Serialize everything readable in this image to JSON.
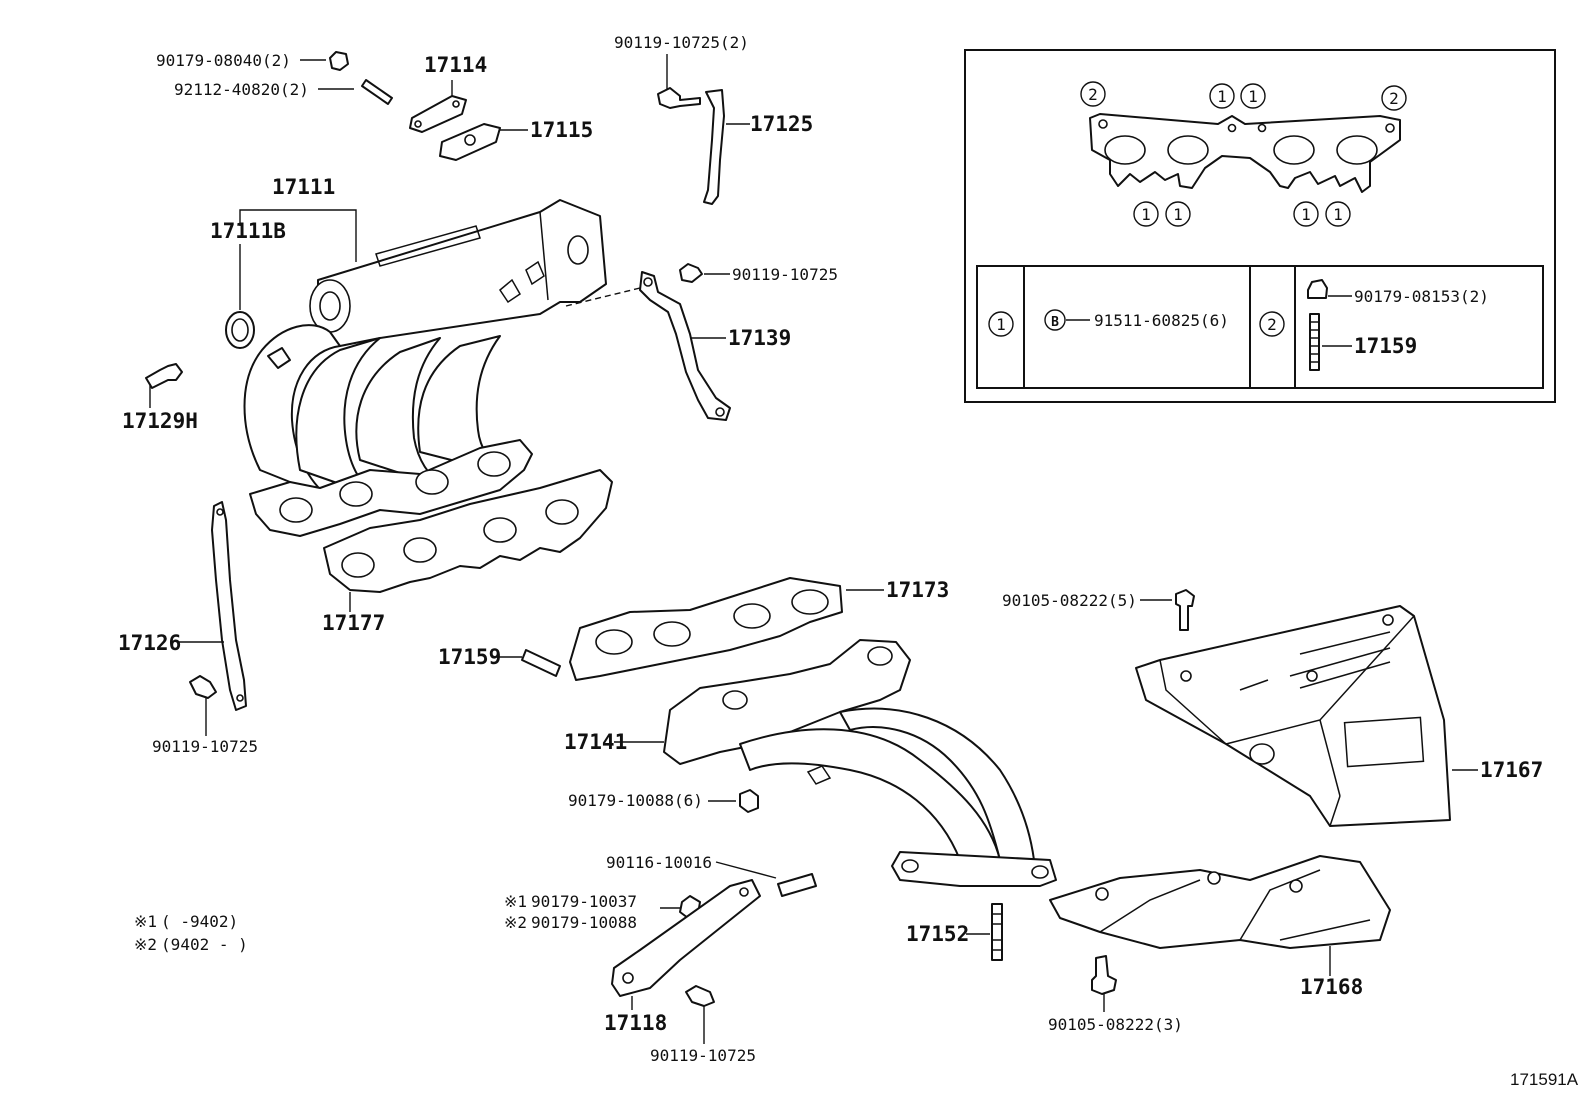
{
  "labels": {
    "p90179_08040": "90179-08040(2)",
    "p92112_40820": "92112-40820(2)",
    "p17114": "17114",
    "p17115": "17115",
    "p90119_10725_2": "90119-10725(2)",
    "p17125": "17125",
    "p17111": "17111",
    "p17111b": "17111B",
    "p90119_10725_a": "90119-10725",
    "p17139": "17139",
    "p17129h": "17129H",
    "p17126": "17126",
    "p17177": "17177",
    "p90119_10725_b": "90119-10725",
    "p17173": "17173",
    "p17159": "17159",
    "p17141": "17141",
    "p90179_10088_6": "90179-10088(6)",
    "p90116_10016": "90116-10016",
    "p90179_10037": "90179-10037",
    "p90179_10088": "90179-10088",
    "p17118": "17118",
    "p90119_10725_c": "90119-10725",
    "p17152": "17152",
    "p90105_08222_5": "90105-08222(5)",
    "p17167": "17167",
    "p90105_08222_3": "90105-08222(3)",
    "p17168": "17168"
  },
  "inset": {
    "gasket_callouts": [
      "2",
      "1",
      "1",
      "2",
      "1",
      "1",
      "1",
      "1"
    ],
    "table": {
      "set1_marker": "1",
      "set1_bolt_symbol": "B",
      "set1_part": "91511-60825(6)",
      "set2_marker": "2",
      "set2_nut": "90179-08153(2)",
      "set2_stud": "17159"
    }
  },
  "notes": {
    "n1_mark": "※1",
    "n1_text": "(    -9402)",
    "n2_mark": "※2",
    "n2_text": "(9402 -    )"
  },
  "diagram_id": "171591A"
}
